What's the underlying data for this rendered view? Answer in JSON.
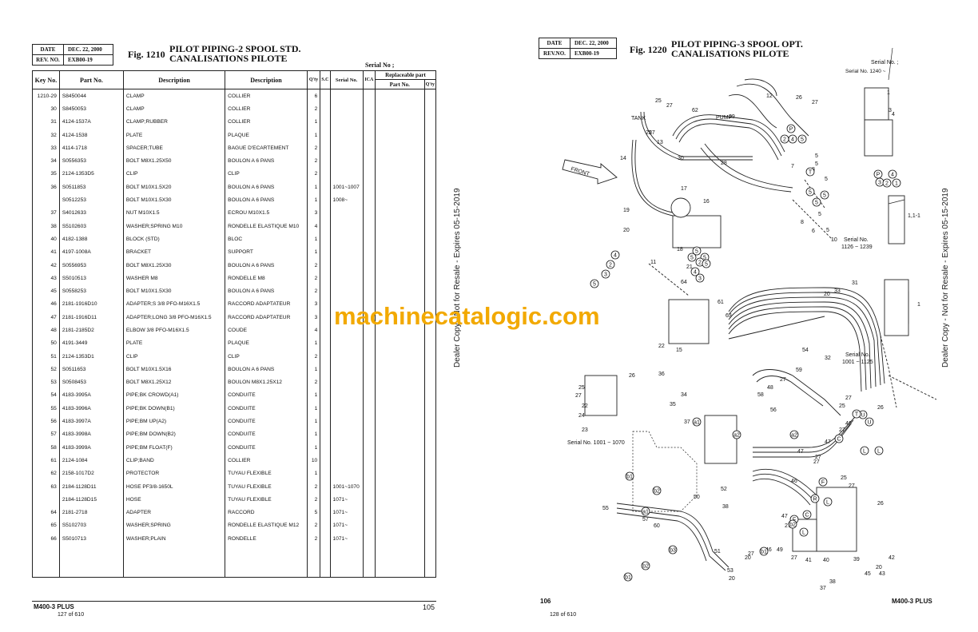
{
  "left": {
    "header": {
      "date_label": "DATE",
      "date_value": "DEC. 22, 2000",
      "rev_label": "REV. NO.",
      "rev_value": "EXB00-19"
    },
    "fig_number": "Fig. 1210",
    "title_line1": "PILOT PIPING-2 SPOOL STD.",
    "title_line2": "CANALISATIONS PILOTE",
    "serial_no": "Serial No ;",
    "table_headers": {
      "key": "Key No.",
      "part": "Part No.",
      "desc_en": "Description",
      "desc_fr": "Description",
      "qty": "Q'ty",
      "sc": "S.C",
      "serial": "Serial No.",
      "ica": "ICA",
      "replaceable": "Replaceable part",
      "rep_part": "Part No.",
      "rep_qty": "Q'ty"
    },
    "rows": [
      {
        "key": "1210-29",
        "part": "S8450044",
        "en": "CLAMP",
        "fr": "COLLIER",
        "qty": "6",
        "serial": ""
      },
      {
        "key": "30",
        "part": "S8450053",
        "en": "CLAMP",
        "fr": "COLLIER",
        "qty": "2",
        "serial": ""
      },
      {
        "key": "31",
        "part": "4124-1537A",
        "en": "CLAMP;RUBBER",
        "fr": "COLLIER",
        "qty": "1",
        "serial": ""
      },
      {
        "key": "32",
        "part": "4124-1538",
        "en": "PLATE",
        "fr": "PLAQUE",
        "qty": "1",
        "serial": ""
      },
      {
        "key": "33",
        "part": "4114-1718",
        "en": "SPACER;TUBE",
        "fr": "BAGUE D'ECARTEMENT",
        "qty": "2",
        "serial": ""
      },
      {
        "key": "34",
        "part": "S0556353",
        "en": "BOLT M8X1.25X50",
        "fr": "BOULON A 6 PANS",
        "qty": "2",
        "serial": ""
      },
      {
        "key": "35",
        "part": "2124-1353D5",
        "en": "CLIP",
        "fr": "CLIP",
        "qty": "2",
        "serial": ""
      },
      {
        "key": "36",
        "part": "S0511853",
        "en": "BOLT M10X1.5X20",
        "fr": "BOULON A 6 PANS",
        "qty": "1",
        "serial": "1001~1007"
      },
      {
        "key": "",
        "part": "S0512253",
        "en": "BOLT M10X1.5X30",
        "fr": "BOULON A 6 PANS",
        "qty": "1",
        "serial": "1008~"
      },
      {
        "key": "37",
        "part": "S4012633",
        "en": "NUT M10X1.5",
        "fr": "ECROU M10X1.5",
        "qty": "3",
        "serial": ""
      },
      {
        "key": "38",
        "part": "S5102603",
        "en": "WASHER;SPRING M10",
        "fr": "RONDELLE ELASTIQUE M10",
        "qty": "4",
        "serial": ""
      },
      {
        "key": "40",
        "part": "4182-1388",
        "en": "BLOCK (STD)",
        "fr": "BLOC",
        "qty": "1",
        "serial": ""
      },
      {
        "key": "41",
        "part": "4197-1008A",
        "en": "BRACKET",
        "fr": "SUPPORT",
        "qty": "1",
        "serial": ""
      },
      {
        "key": "42",
        "part": "S0556953",
        "en": "BOLT M8X1.25X30",
        "fr": "BOULON A 6 PANS",
        "qty": "2",
        "serial": ""
      },
      {
        "key": "43",
        "part": "S5010513",
        "en": "WASHER M8",
        "fr": "RONDELLE M8",
        "qty": "2",
        "serial": ""
      },
      {
        "key": "45",
        "part": "S0558253",
        "en": "BOLT M10X1.5X30",
        "fr": "BOULON A 6 PANS",
        "qty": "2",
        "serial": ""
      },
      {
        "key": "46",
        "part": "2181-1916D10",
        "en": "ADAPTER;S 3/8 PFO-M16X1.5",
        "fr": "RACCORD ADAPTATEUR",
        "qty": "3",
        "serial": ""
      },
      {
        "key": "47",
        "part": "2181-1916D11",
        "en": "ADAPTER;LONG 3/8 PFO-M16X1.5",
        "fr": "RACCORD ADAPTATEUR",
        "qty": "3",
        "serial": ""
      },
      {
        "key": "48",
        "part": "2181-2185D2",
        "en": "ELBOW 3/8 PFO-M16X1.5",
        "fr": "COUDE",
        "qty": "4",
        "serial": ""
      },
      {
        "key": "50",
        "part": "4191-3449",
        "en": "PLATE",
        "fr": "PLAQUE",
        "qty": "1",
        "serial": ""
      },
      {
        "key": "51",
        "part": "2124-1353D1",
        "en": "CLIP",
        "fr": "CLIP",
        "qty": "2",
        "serial": ""
      },
      {
        "key": "52",
        "part": "S0511653",
        "en": "BOLT M10X1.5X16",
        "fr": "BOULON A 6 PANS",
        "qty": "1",
        "serial": ""
      },
      {
        "key": "53",
        "part": "S0508453",
        "en": "BOLT M8X1.25X12",
        "fr": "BOULON M8X1.25X12",
        "qty": "2",
        "serial": ""
      },
      {
        "key": "54",
        "part": "4183-3995A",
        "en": "PIPE;BK CROWD(A1)",
        "fr": "CONDUITE",
        "qty": "1",
        "serial": ""
      },
      {
        "key": "55",
        "part": "4183-3996A",
        "en": "PIPE;BK DOWN(B1)",
        "fr": "CONDUITE",
        "qty": "1",
        "serial": ""
      },
      {
        "key": "56",
        "part": "4183-3997A",
        "en": "PIPE;BM UP(A2)",
        "fr": "CONDUITE",
        "qty": "1",
        "serial": ""
      },
      {
        "key": "57",
        "part": "4183-3998A",
        "en": "PIPE;BM DOWN(B2)",
        "fr": "CONDUITE",
        "qty": "1",
        "serial": ""
      },
      {
        "key": "58",
        "part": "4183-3999A",
        "en": "PIPE;BM FLOAT(F)",
        "fr": "CONDUITE",
        "qty": "1",
        "serial": ""
      },
      {
        "key": "61",
        "part": "2124-1084",
        "en": "CLIP;BAND",
        "fr": "COLLIER",
        "qty": "10",
        "serial": ""
      },
      {
        "key": "62",
        "part": "2158-1017D2",
        "en": "PROTECTOR",
        "fr": "TUYAU FLEXIBLE",
        "qty": "1",
        "serial": ""
      },
      {
        "key": "63",
        "part": "2184-1128D11",
        "en": "HOSE PF3/8-1650L",
        "fr": "TUYAU FLEXIBLE",
        "qty": "2",
        "serial": "1001~1070"
      },
      {
        "key": "",
        "part": "2184-1128D15",
        "en": "HOSE",
        "fr": "TUYAU FLEXIBLE",
        "qty": "2",
        "serial": "1071~"
      },
      {
        "key": "64",
        "part": "2181-2718",
        "en": "ADAPTER",
        "fr": "RACCORD",
        "qty": "5",
        "serial": "1071~"
      },
      {
        "key": "65",
        "part": "S5102703",
        "en": "WASHER;SPRING",
        "fr": "RONDELLE ELASTIQUE M12",
        "qty": "2",
        "serial": "1071~"
      },
      {
        "key": "66",
        "part": "S5010713",
        "en": "WASHER;PLAIN",
        "fr": "RONDELLE",
        "qty": "2",
        "serial": "1071~"
      }
    ],
    "model": "M400-3 PLUS",
    "page_number": "105",
    "page_of": "127 of 610",
    "side_notice": "Dealer Copy - Not for Resale - Expires 05-15-2019"
  },
  "right": {
    "header": {
      "date_label": "DATE",
      "date_value": "DEC. 22, 2000",
      "rev_label": "REV.NO.",
      "rev_value": "EXB00-19"
    },
    "fig_number": "Fig. 1220",
    "title_line1": "PILOT PIPING-3 SPOOL OPT.",
    "title_line2": "CANALISATIONS PILOTE",
    "serial_no": "Serial No. ;",
    "serial_1240": "Serial No. 1240 ~",
    "serial_1126_a": "Serial No.",
    "serial_1126_b": "1126 ~ 1239",
    "serial_1001_a": "Serial No.",
    "serial_1001_b": "1001 ~ 1125",
    "serial_1070": "Serial No. 1001 ~ 1070",
    "tank": "TANK",
    "pump": "PUMP",
    "front": "FRONT",
    "model": "M400-3 PLUS",
    "page_number": "106",
    "page_of": "128 of 610",
    "side_notice": "Dealer Copy - Not for Resale - Expires 05-15-2019"
  },
  "watermark": "machinecatalogic.com"
}
